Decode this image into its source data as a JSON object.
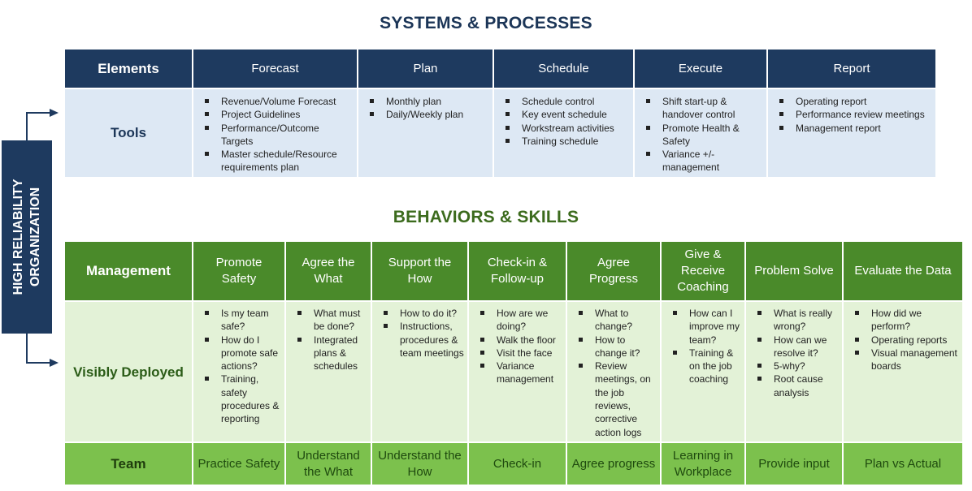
{
  "systems": {
    "title": "SYSTEMS & PROCESSES",
    "header": [
      "Elements",
      "Forecast",
      "Plan",
      "Schedule",
      "Execute",
      "Report"
    ],
    "tools_label": "Tools",
    "tools": [
      [
        "Revenue/Volume Forecast",
        "Project Guidelines",
        "Performance/Outcome Targets",
        "Master schedule/Resource requirements plan"
      ],
      [
        "Monthly plan",
        "Daily/Weekly plan"
      ],
      [
        "Schedule control",
        "Key event schedule",
        "Workstream activities",
        "Training schedule"
      ],
      [
        "Shift start-up & handover control",
        "Promote Health & Safety",
        "Variance +/- management"
      ],
      [
        "Operating report",
        "Performance review meetings",
        "Management report"
      ]
    ]
  },
  "behaviors": {
    "title": "BEHAVIORS & SKILLS",
    "management_label": "Management",
    "management": [
      "Promote Safety",
      "Agree the What",
      "Support the How",
      "Check-in & Follow-up",
      "Agree Progress",
      "Give & Receive Coaching",
      "Problem Solve",
      "Evaluate the Data"
    ],
    "visibly_label": "Visibly Deployed",
    "visibly": [
      [
        "Is my team safe?",
        "How do I promote safe actions?",
        "Training, safety procedures & reporting"
      ],
      [
        "What must be done?",
        "Integrated plans & schedules"
      ],
      [
        "How to do it?",
        "Instructions, procedures & team meetings"
      ],
      [
        "How are we doing?",
        "Walk the floor",
        "Visit the face",
        "Variance management"
      ],
      [
        "What to change?",
        "How to change it?",
        "Review meetings, on the job reviews, corrective action logs"
      ],
      [
        "How can I improve my team?",
        "Training & on the job coaching"
      ],
      [
        "What is really wrong?",
        "How can we resolve it?",
        "5-why?",
        "Root cause analysis"
      ],
      [
        "How did we perform?",
        "Operating reports",
        "Visual management boards"
      ]
    ],
    "team_label": "Team",
    "team": [
      "Practice Safety",
      "Understand the What",
      "Understand the How",
      "Check-in",
      "Agree progress",
      "Learning in Workplace",
      "Provide input",
      "Plan vs Actual"
    ]
  },
  "hro": {
    "line1": "HIGH RELIABILITY",
    "line2": "ORGANIZATION"
  },
  "colors": {
    "navy": "#1e3a5f",
    "light_blue": "#dde8f4",
    "green": "#4a8a2a",
    "light_green": "#e3f2d7",
    "mid_green": "#7cc14d"
  }
}
